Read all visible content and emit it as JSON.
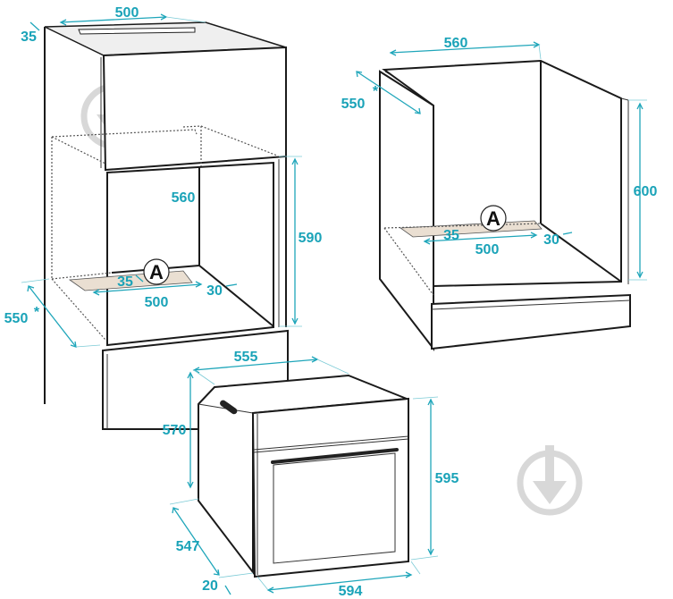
{
  "colors": {
    "dimension": "#1aa3b8",
    "outline": "#1a1a1a",
    "cutout": "#eadfd2",
    "watermark": "#d8d8d8"
  },
  "watermark_icon": "download-arrow-circle-icon",
  "tall_cabinet": {
    "labels": {
      "top_width": "500",
      "top_depth": "35",
      "inner_depth": "560",
      "height": "590",
      "slot_depth": "35",
      "slot_marker": "A",
      "slot_offset": "30",
      "slot_width": "500",
      "depth": "550",
      "depth_note": "*"
    }
  },
  "base_cabinet": {
    "labels": {
      "width": "560",
      "depth": "550",
      "depth_note": "*",
      "height": "600",
      "slot_marker": "A",
      "slot_depth": "35",
      "slot_offset": "30",
      "slot_width": "500"
    }
  },
  "oven": {
    "labels": {
      "body_depth": "555",
      "body_height": "570",
      "front_height": "595",
      "depth": "547",
      "front_thickness": "20",
      "front_width": "594"
    }
  }
}
